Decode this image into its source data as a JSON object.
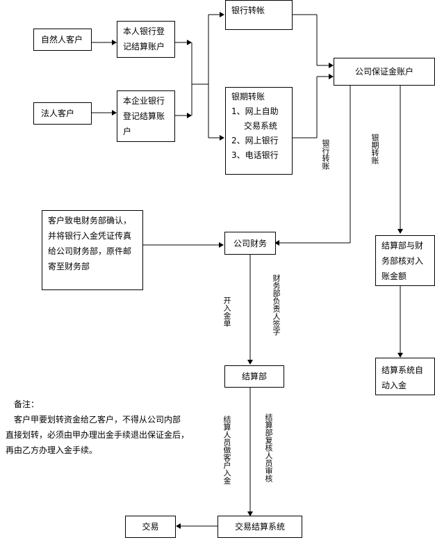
{
  "nodes": {
    "natural_customer": "自然人客户",
    "legal_customer": "法人客户",
    "personal_account": "本人银行登记结算账户",
    "enterprise_account": "本企业银行登记结算账户",
    "bank_transfer": "银行转帐",
    "bank_futures_transfer": {
      "title": "银期转账",
      "items": [
        "1、网上自助",
        "交易系统",
        "2、网上银行",
        "3、电话银行"
      ]
    },
    "margin_account": "公司保证金账户",
    "customer_confirm": "客户致电财务部确认，并将银行入金凭证传真给公司财务部，原件邮寄至财务部",
    "company_finance": "公司财务",
    "settlement_check": "结算部与财务部核对入账金额",
    "auto_deposit": "结算系统自动入金",
    "settlement_dept": "结算部",
    "trading_settlement_system": "交易结算系统",
    "trading": "交易"
  },
  "edge_labels": {
    "bank_transfer_out": "银行转账",
    "bank_futures_out": "银期转账",
    "issue_deposit_slip": "开入金单",
    "finance_head_sign": "财务部负责人签字",
    "settler_deposit": "结算人员做客户入金",
    "settlement_review": "结算部复核人员审核"
  },
  "note": {
    "title": "备注：",
    "lines": [
      "客户甲要划转资金给乙客户，不得从公司内部",
      "直接划转，必须由甲办理出金手续退出保证金后，",
      "再由乙方办理入金手续。"
    ]
  }
}
